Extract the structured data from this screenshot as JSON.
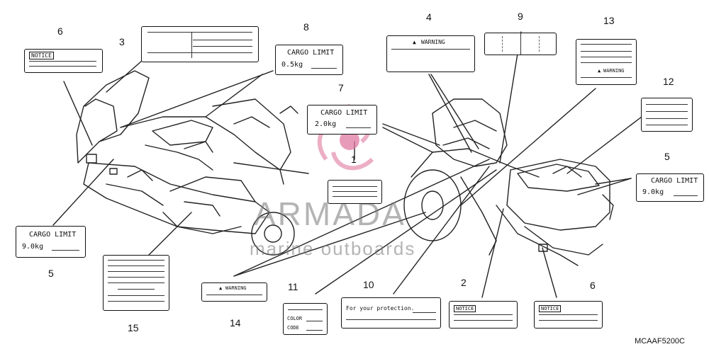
{
  "diagram": {
    "reference_code": "MCAAF5200C",
    "watermark": {
      "title": "ARMADA",
      "subtitle": "marine outboards"
    },
    "callouts": [
      "1",
      "2",
      "3",
      "4",
      "5",
      "5",
      "6",
      "6",
      "7",
      "8",
      "9",
      "10",
      "11",
      "12",
      "13",
      "14",
      "15"
    ],
    "labels": {
      "cargo_limit_text": "CARGO LIMIT",
      "cargo_value_5_left": "9.0kg",
      "cargo_value_5_right": "9.0kg",
      "cargo_value_7": "2.0kg",
      "cargo_value_8": "0.5kg",
      "warning_text": "WARNING",
      "notice_text": "NOTICE",
      "protection_text": "For your protection.",
      "color_text": "COLOR",
      "code_text": "CODE"
    }
  }
}
